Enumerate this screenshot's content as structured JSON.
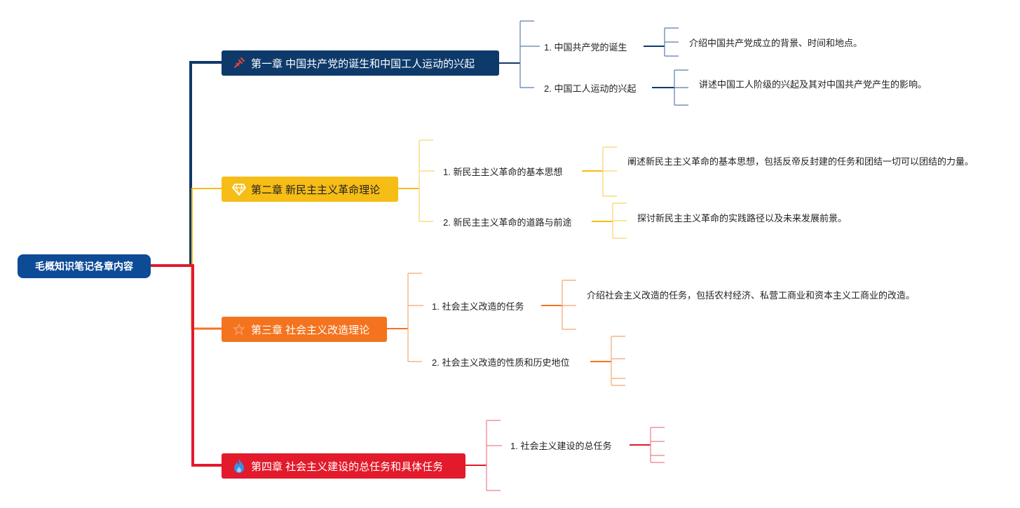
{
  "root": {
    "label": "毛概知识笔记各章内容"
  },
  "colors": {
    "root": "#0e4b97",
    "chapter1": "#0e3a6b",
    "chapter2": "#f6bd16",
    "chapter3": "#f4731f",
    "chapter4": "#e21a2b"
  },
  "chapters": [
    {
      "label": "第一章 中国共产党的诞生和中国工人运动的兴起",
      "icon": "tools-icon",
      "items": [
        {
          "label": "1. 中国共产党的诞生",
          "note": "介绍中国共产党成立的背景、时间和地点。"
        },
        {
          "label": "2. 中国工人运动的兴起",
          "note": "讲述中国工人阶级的兴起及其对中国共产党产生的影响。"
        }
      ]
    },
    {
      "label": "第二章 新民主主义革命理论",
      "icon": "diamond-icon",
      "items": [
        {
          "label": "1. 新民主主义革命的基本思想",
          "note": "阐述新民主主义革命的基本思想，包括反帝反封建的任务和团结一切可以团结的力量。"
        },
        {
          "label": "2. 新民主主义革命的道路与前途",
          "note": "探讨新民主主义革命的实践路径以及未来发展前景。"
        }
      ]
    },
    {
      "label": "第三章 社会主义改造理论",
      "icon": "star-icon",
      "items": [
        {
          "label": "1. 社会主义改造的任务",
          "note": "介绍社会主义改造的任务，包括农村经济、私营工商业和资本主义工商业的改造。"
        },
        {
          "label": "2. 社会主义改造的性质和历史地位",
          "note": ""
        }
      ]
    },
    {
      "label": "第四章 社会主义建设的总任务和具体任务",
      "icon": "flame-icon",
      "items": [
        {
          "label": "1. 社会主义建设的总任务",
          "note": ""
        }
      ]
    }
  ]
}
